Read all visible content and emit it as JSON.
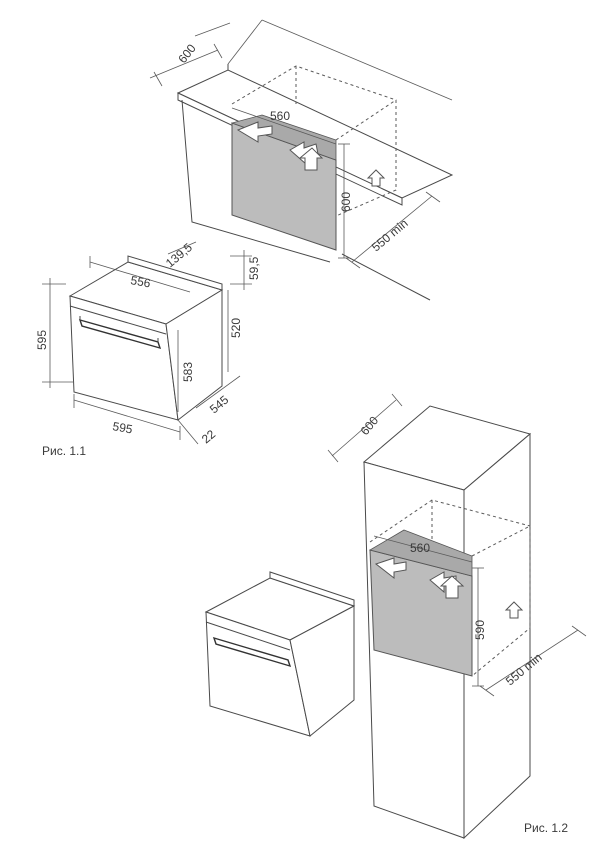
{
  "figure1": {
    "caption": "Рис. 1.1",
    "niche": {
      "depth": "600",
      "width": "560",
      "height": "600",
      "min_depth": "550 min"
    },
    "oven": {
      "top_depth": "139,5",
      "width_inner": "556",
      "top_step": "59,5",
      "height": "595",
      "body_height": "520",
      "door_height": "583",
      "depth": "545",
      "width": "595",
      "door_thickness": "22"
    }
  },
  "figure2": {
    "caption": "Рис. 1.2",
    "niche": {
      "depth": "600",
      "width": "560",
      "height": "590",
      "min_depth": "550 min"
    }
  }
}
